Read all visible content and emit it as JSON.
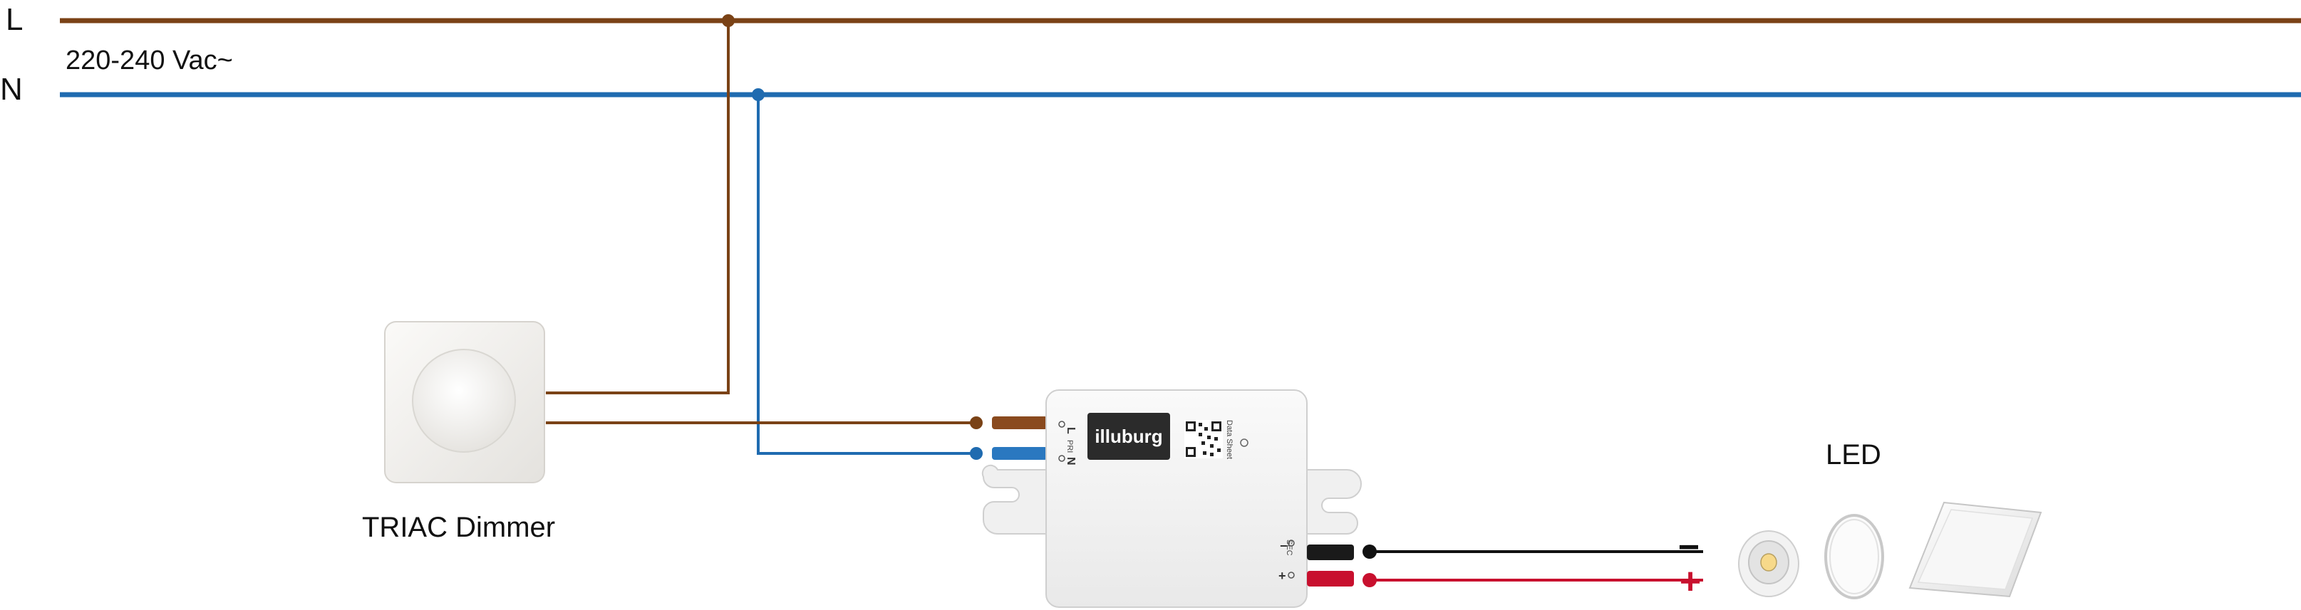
{
  "lines": {
    "live_label": "L",
    "neutral_label": "N",
    "voltage": "220-240 Vac~"
  },
  "dimmer": {
    "label": "TRIAC Dimmer"
  },
  "driver": {
    "brand": "illuburg",
    "primary_label": "PRI",
    "primary_l": "L",
    "primary_n": "N",
    "secondary_label": "SEC",
    "qr_caption": "Data Sheet"
  },
  "output": {
    "minus": "−",
    "plus": "+",
    "led_label": "LED"
  },
  "colors": {
    "live": "#7a4216",
    "neutral": "#1f6bb0",
    "negative": "#111111",
    "positive": "#c8102e"
  }
}
